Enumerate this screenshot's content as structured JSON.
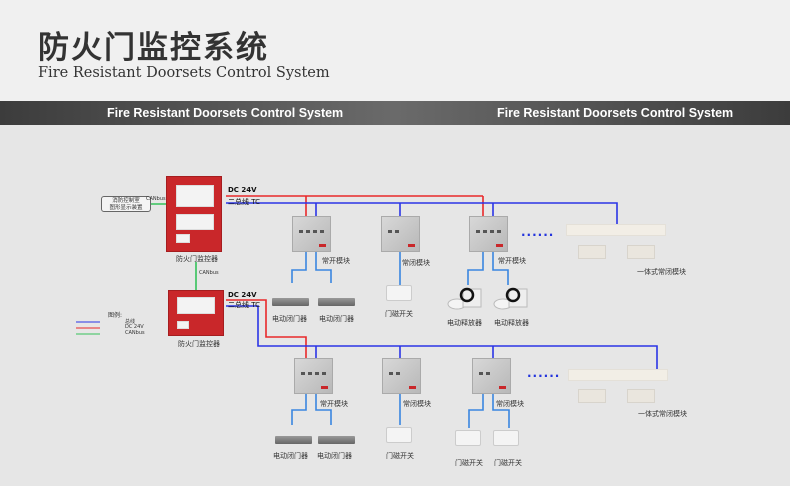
{
  "header": {
    "title": "防火门监控系统",
    "subtitle": "Fire Resistant Doorsets Control System"
  },
  "banner": {
    "left": "Fire Resistant Doorsets Control System",
    "right": "Fire Resistant Doorsets Control System"
  },
  "colors": {
    "bus": "#2b35e6",
    "dc24v": "#e8282a",
    "canbus": "#35c25a",
    "controller": "#c9272a"
  },
  "diagram": {
    "fire_control_room": [
      "消防控制室",
      "图形显示装置"
    ],
    "canbus_label": "CANbus",
    "controller_label": "防火门监控器",
    "dc24v_label": "DC 24V",
    "bus_label": "二总线 TC",
    "legend": {
      "title": "图例:",
      "items": [
        "总线",
        "DC 24V",
        "CANbus"
      ]
    },
    "modules": {
      "normally_open": "常开模块",
      "normally_closed": "常闭模块",
      "integrated": "一体式常闭模块"
    },
    "devices": {
      "door_closer": "电动闭门器",
      "door_switch": "门磁开关",
      "releaser": "电动释放器"
    },
    "ellipsis": "......"
  }
}
